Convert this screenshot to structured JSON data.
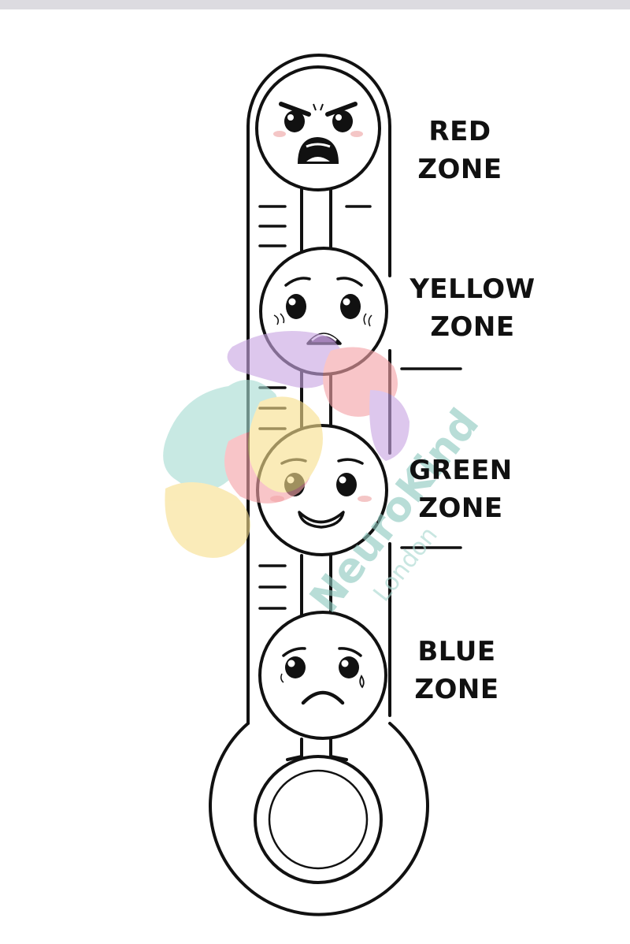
{
  "zones": [
    {
      "id": "red",
      "line1": "RED",
      "line2": "ZONE",
      "emotion": "angry-face-icon"
    },
    {
      "id": "yellow",
      "line1": "YELLOW",
      "line2": "ZONE",
      "emotion": "worried-face-icon"
    },
    {
      "id": "green",
      "line1": "GREEN",
      "line2": "ZONE",
      "emotion": "happy-face-icon"
    },
    {
      "id": "blue",
      "line1": "BLUE",
      "line2": "ZONE",
      "emotion": "sad-face-icon"
    }
  ],
  "watermark": {
    "brand": "NeuroKind",
    "sub": "London",
    "colors": {
      "teal": "#a8dcd3",
      "yellow": "#f7df8e",
      "pink": "#f4a3a8",
      "purple": "#c9a6e3"
    }
  }
}
